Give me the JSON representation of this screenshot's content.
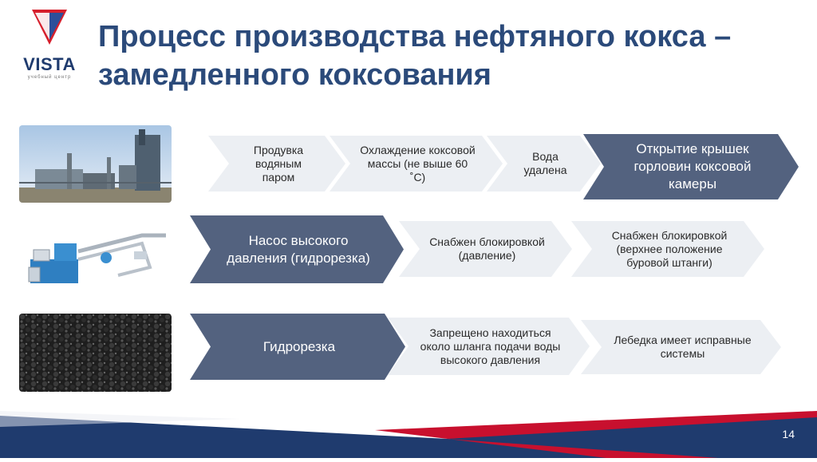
{
  "logo": {
    "word": "VISTA",
    "sub": "учебный центр"
  },
  "title": "Процесс производства нефтяного кокса – замедленного коксования",
  "row1": [
    "Продувка водяным паром",
    "Охлаждение коксовой массы (не выше 60 ˚C)",
    "Вода удалена",
    "Открытие крышек горловин коксовой камеры"
  ],
  "row2": [
    "Насос высокого давления (гидрорезка)",
    "Снабжен блокировкой (давление)",
    "Снабжен блокировкой (верхнее положение буровой штанги)"
  ],
  "row3": [
    "Гидрорезка",
    "Запрещено находиться около шланга подачи воды высокого давления",
    "Лебедка имеет исправные системы"
  ],
  "colors": {
    "title": "#2b4a7a",
    "dark_chevron": "#53627f",
    "light_chevron": "#eceff3",
    "footer_blue": "#1f3b6e",
    "footer_red": "#c8102e"
  },
  "page_number": "14"
}
